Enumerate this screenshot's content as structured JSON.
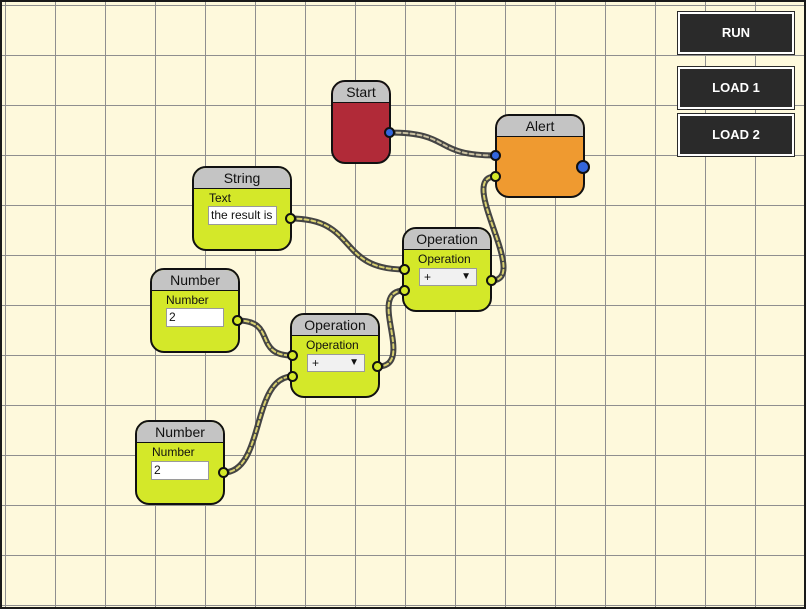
{
  "buttons": {
    "run": "RUN",
    "load1": "LOAD 1",
    "load2": "LOAD 2"
  },
  "nodes": {
    "start": {
      "title": "Start"
    },
    "alert": {
      "title": "Alert"
    },
    "string": {
      "title": "String",
      "field_label": "Text",
      "value": "the result is"
    },
    "number1": {
      "title": "Number",
      "field_label": "Number",
      "value": "2"
    },
    "number2": {
      "title": "Number",
      "field_label": "Number",
      "value": "2"
    },
    "operation1": {
      "title": "Operation",
      "field_label": "Operation",
      "selected": "+"
    },
    "operation2": {
      "title": "Operation",
      "field_label": "Operation",
      "selected": "+"
    }
  },
  "colors": {
    "canvas": "#fef9dc",
    "grid": "#8f8f8f",
    "node_body": "#d4e829",
    "node_header": "#c4c4c4",
    "start_body": "#b12a38",
    "alert_body": "#ef9a30",
    "port_flow": "#3366dd",
    "port_data": "#d4e829",
    "button": "#2a2a2a"
  },
  "icons": {
    "dropdown": "▼"
  }
}
